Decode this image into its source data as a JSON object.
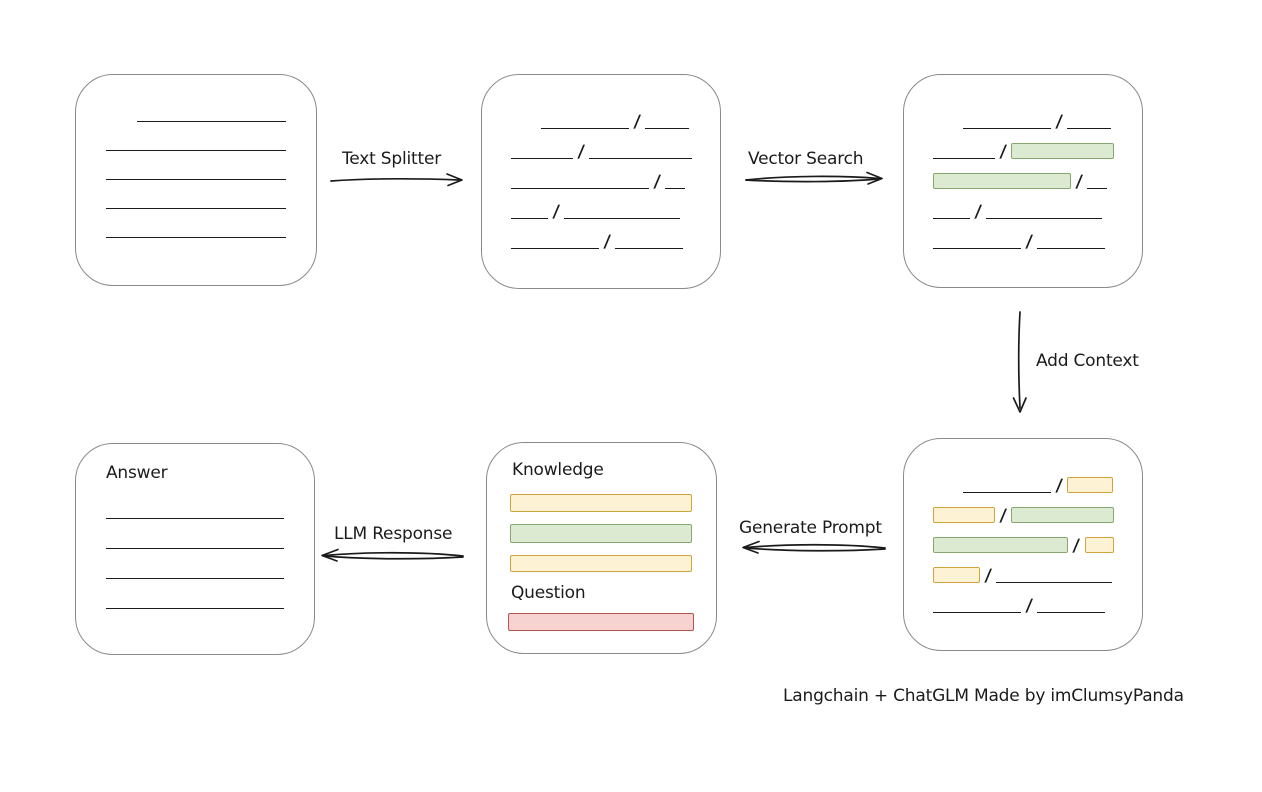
{
  "caption": "Langchain + ChatGLM Made by imClumsyPanda",
  "colors": {
    "ink": "#1b1b1b",
    "box_border": "#8a8a8a",
    "green_fill": "#dcead2",
    "green_border": "#84a86d",
    "yellow_fill": "#fdf3d4",
    "yellow_border": "#cfa43b",
    "red_fill": "#f6d2d0",
    "red_border": "#b5524d"
  },
  "arrows": {
    "text_splitter": {
      "label": "Text Splitter"
    },
    "vector_search": {
      "label": "Vector Search"
    },
    "add_context": {
      "label": "Add Context"
    },
    "generate_prompt": {
      "label": "Generate Prompt"
    },
    "llm_response": {
      "label": "LLM Response"
    }
  },
  "boxes": {
    "source_document": {
      "rows": [
        [
          {
            "t": "gap",
            "w": 31
          },
          {
            "t": "line",
            "w": 149
          }
        ],
        [
          {
            "t": "line",
            "w": 180
          }
        ],
        [
          {
            "t": "line",
            "w": 180
          }
        ],
        [
          {
            "t": "line",
            "w": 180
          }
        ],
        [
          {
            "t": "line",
            "w": 180
          }
        ]
      ]
    },
    "split_chunks": {
      "rows": [
        [
          {
            "t": "gap",
            "w": 30
          },
          {
            "t": "line",
            "w": 88
          },
          {
            "t": "slash"
          },
          {
            "t": "line",
            "w": 44
          }
        ],
        [
          {
            "t": "line",
            "w": 62
          },
          {
            "t": "slash"
          },
          {
            "t": "line",
            "w": 104
          }
        ],
        [
          {
            "t": "line",
            "w": 138
          },
          {
            "t": "slash"
          },
          {
            "t": "line",
            "w": 20
          }
        ],
        [
          {
            "t": "line",
            "w": 37
          },
          {
            "t": "slash"
          },
          {
            "t": "line",
            "w": 116
          }
        ],
        [
          {
            "t": "line",
            "w": 88
          },
          {
            "t": "slash"
          },
          {
            "t": "line",
            "w": 68
          }
        ]
      ]
    },
    "matched_chunks": {
      "rows": [
        [
          {
            "t": "gap",
            "w": 30
          },
          {
            "t": "line",
            "w": 88
          },
          {
            "t": "slash"
          },
          {
            "t": "line",
            "w": 44
          }
        ],
        [
          {
            "t": "line",
            "w": 62
          },
          {
            "t": "slash"
          },
          {
            "t": "chip",
            "c": "green",
            "w": 104
          }
        ],
        [
          {
            "t": "chip",
            "c": "green",
            "w": 138
          },
          {
            "t": "slash"
          },
          {
            "t": "line",
            "w": 20
          }
        ],
        [
          {
            "t": "line",
            "w": 37
          },
          {
            "t": "slash"
          },
          {
            "t": "line",
            "w": 116
          }
        ],
        [
          {
            "t": "line",
            "w": 88
          },
          {
            "t": "slash"
          },
          {
            "t": "line",
            "w": 68
          }
        ]
      ]
    },
    "context_chunks": {
      "rows": [
        [
          {
            "t": "gap",
            "w": 30
          },
          {
            "t": "line",
            "w": 88
          },
          {
            "t": "slash"
          },
          {
            "t": "chip",
            "c": "yellow",
            "w": 46
          }
        ],
        [
          {
            "t": "chip",
            "c": "yellow",
            "w": 62
          },
          {
            "t": "slash"
          },
          {
            "t": "chip",
            "c": "green",
            "w": 104
          }
        ],
        [
          {
            "t": "chip",
            "c": "green",
            "w": 138
          },
          {
            "t": "slash"
          },
          {
            "t": "chip",
            "c": "yellow",
            "w": 30
          }
        ],
        [
          {
            "t": "chip",
            "c": "yellow",
            "w": 47
          },
          {
            "t": "slash"
          },
          {
            "t": "line",
            "w": 116
          }
        ],
        [
          {
            "t": "line",
            "w": 88
          },
          {
            "t": "slash"
          },
          {
            "t": "line",
            "w": 68
          }
        ]
      ]
    },
    "prompt": {
      "knowledge_label": "Knowledge",
      "question_label": "Question",
      "knowledge_rows": [
        [
          {
            "t": "chip",
            "c": "yellow",
            "w": 182,
            "h": 18
          }
        ],
        [
          {
            "t": "chip",
            "c": "green",
            "w": 182,
            "h": 19
          }
        ],
        [
          {
            "t": "chip",
            "c": "yellow",
            "w": 182,
            "h": 17
          }
        ]
      ],
      "question_rows": [
        [
          {
            "t": "chip",
            "c": "red",
            "w": 186,
            "h": 18
          }
        ]
      ]
    },
    "answer": {
      "label": "Answer",
      "rows": [
        [
          {
            "t": "line",
            "w": 180
          }
        ],
        [
          {
            "t": "line",
            "w": 180
          }
        ],
        [
          {
            "t": "line",
            "w": 180
          }
        ],
        [
          {
            "t": "line",
            "w": 180
          }
        ]
      ]
    }
  }
}
